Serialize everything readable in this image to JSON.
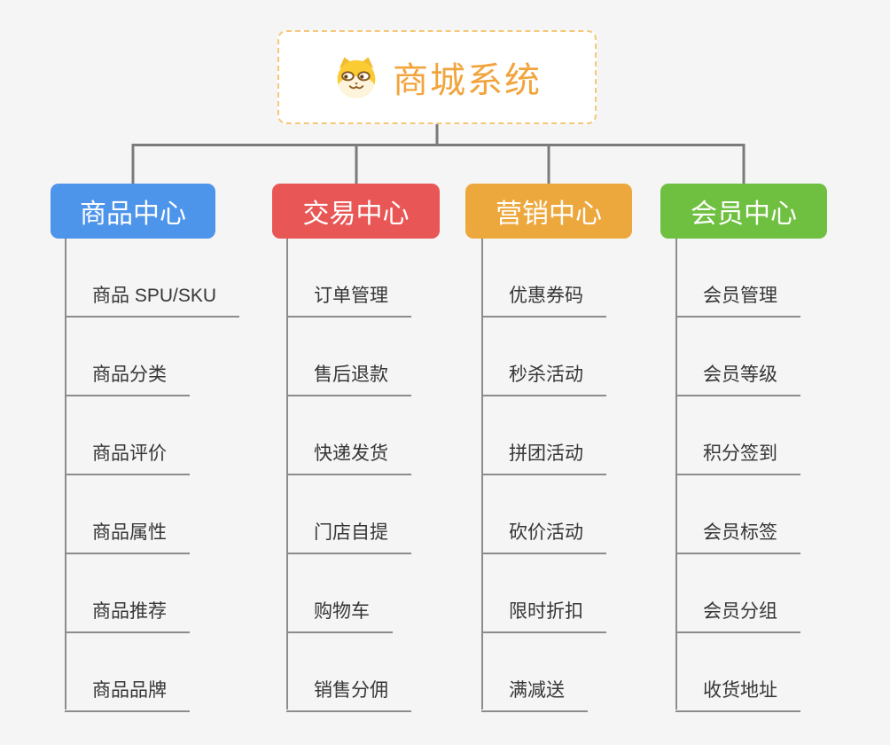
{
  "root": {
    "title": "商城系统",
    "icon": "dog-face-icon",
    "border_color": "#F5C878",
    "title_color": "#F2A43C",
    "background": "#FFFFFF"
  },
  "branches": [
    {
      "label": "商品中心",
      "color": "#4D94EB",
      "children": [
        "商品 SPU/SKU",
        "商品分类",
        "商品评价",
        "商品属性",
        "商品推荐",
        "商品品牌"
      ]
    },
    {
      "label": "交易中心",
      "color": "#E85755",
      "children": [
        "订单管理",
        "售后退款",
        "快递发货",
        "门店自提",
        "购物车",
        "销售分佣"
      ]
    },
    {
      "label": "营销中心",
      "color": "#EDA83D",
      "children": [
        "优惠券码",
        "秒杀活动",
        "拼团活动",
        "砍价活动",
        "限时折扣",
        "满减送"
      ]
    },
    {
      "label": "会员中心",
      "color": "#6FC040",
      "children": [
        "会员管理",
        "会员等级",
        "积分签到",
        "会员标签",
        "会员分组",
        "收货地址"
      ]
    }
  ],
  "colors": {
    "canvas_background": "#F5F5F5",
    "connector_line": "#7B7B7B",
    "leaf_underline": "#8C8C8C",
    "leaf_text": "#363636"
  }
}
